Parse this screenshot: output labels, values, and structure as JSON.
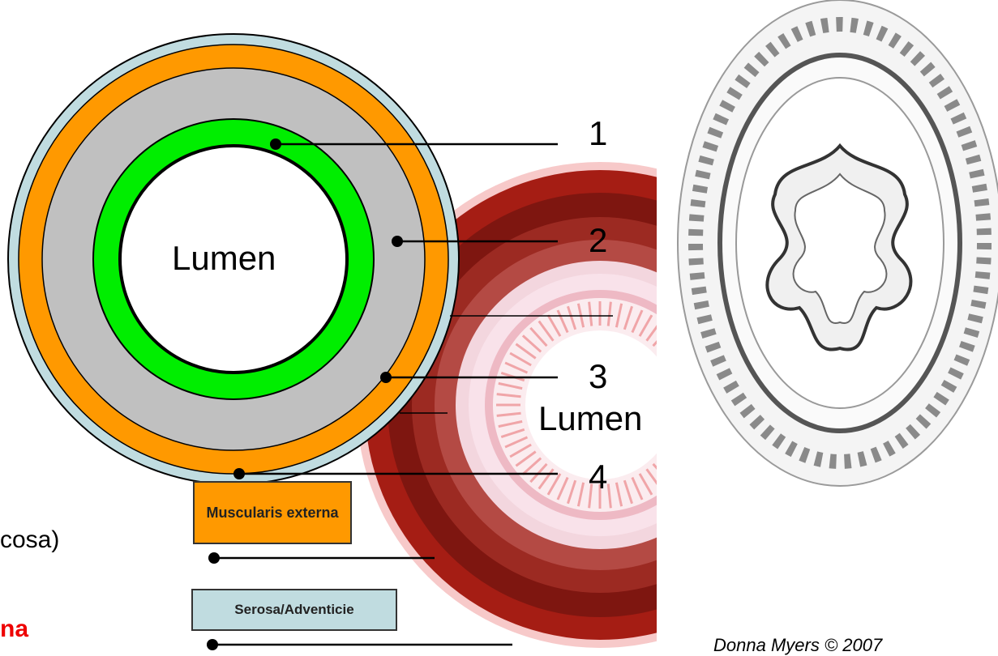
{
  "labels": {
    "n1": "1",
    "n2": "2",
    "n3": "3",
    "n4": "4",
    "lumen_main": "Lumen",
    "lumen_secondary": "Lumen"
  },
  "boxes": {
    "muscularis": "Muscularis externa",
    "serosa": "Serosa/Adventicie"
  },
  "cropped_text": {
    "mucosa": "cosa)",
    "red": "na"
  },
  "credit": "Donna Myers © 2007",
  "colors": {
    "mucosa": "#00ee00",
    "submucosa": "#c0c0c0",
    "muscularis": "#ff9900",
    "serosa": "#c0dce0",
    "muscle_photo": "#8b1a10",
    "red_text": "#ee0000"
  }
}
